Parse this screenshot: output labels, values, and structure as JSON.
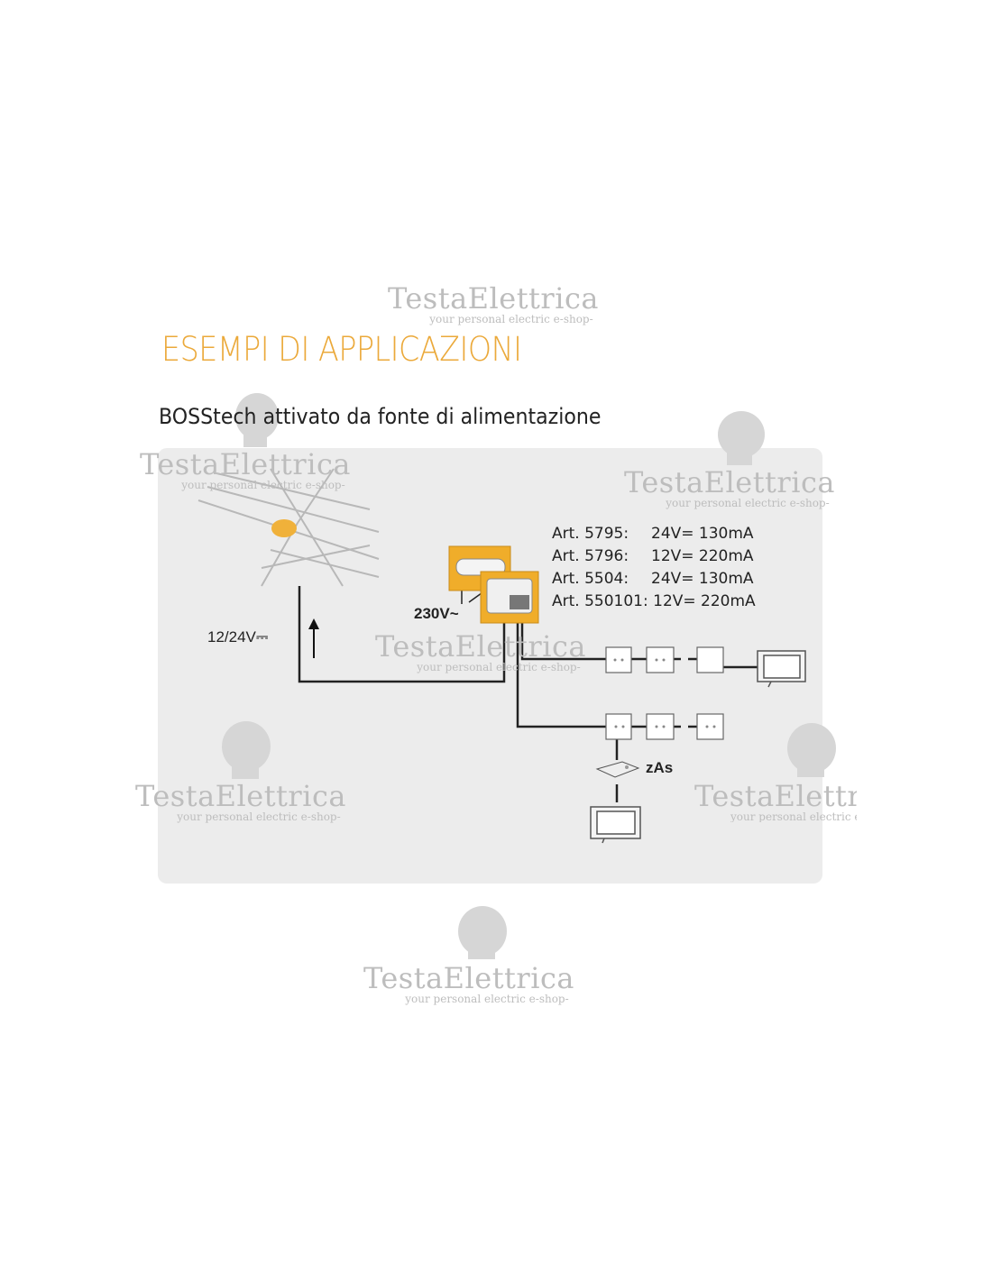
{
  "heading": "ESEMPI DI APPLICAZIONI",
  "subheading": "BOSStech attivato da fonte di alimentazione",
  "watermark": {
    "name": "TestaElettrica",
    "tagline": "your personal electric e-shop-"
  },
  "diagram": {
    "articles": [
      {
        "art": "Art. 5795:",
        "spec": "24V= 130mA"
      },
      {
        "art": "Art. 5796:",
        "spec": "12V= 220mA"
      },
      {
        "art": "Art. 5504:",
        "spec": "24V= 130mA"
      },
      {
        "art": "Art. 550101:",
        "spec": "12V= 220mA"
      }
    ],
    "mains_label": "230V~",
    "dc_label": "12/24V",
    "dc_symbol": "⎓",
    "receiver_label": "zAs"
  },
  "colors": {
    "accent": "#eba93a",
    "panel": "#ececec",
    "device": "#f0ad2a"
  }
}
